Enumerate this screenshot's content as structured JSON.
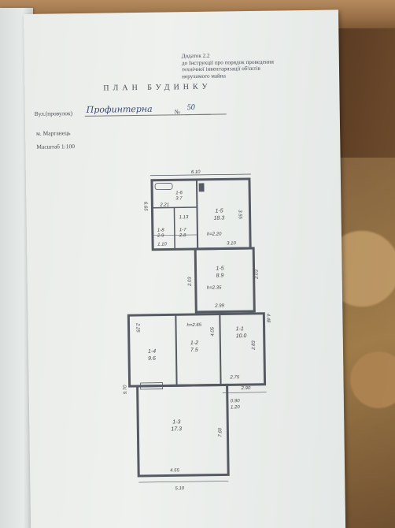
{
  "document": {
    "appendix_lines": [
      "Додаток 2.2",
      "до Інструкції про порядок проведення",
      "технічної інвентаризації об'єктів",
      "нерухомого майна"
    ],
    "title": "ПЛАН БУДИНКУ",
    "street_label": "Вул.(провулок)",
    "street_value": "Профинтерна",
    "number_label": "№",
    "number_value": "50",
    "city": "м. Марганець",
    "scale": "Масштаб 1:100"
  },
  "plan": {
    "overall_width": "6.10",
    "upper_left_height": "6.65",
    "rooms": {
      "bath": {
        "id": "1-6",
        "area": "3.7"
      },
      "small_1": {
        "id": "1-8",
        "area": "2.9"
      },
      "small_2": {
        "id": "1-7",
        "area": "2.8"
      },
      "room_15": {
        "id": "1-5",
        "area": "18.3"
      },
      "hall": {
        "id": "1-5",
        "area": "8.9"
      },
      "room_14": {
        "id": "1-4",
        "area": "9.6"
      },
      "room_12": {
        "id": "1-2",
        "area": "7.5"
      },
      "room_11": {
        "id": "1-1",
        "area": "10.0"
      },
      "room_13": {
        "id": "1-3",
        "area": "17.3"
      }
    },
    "heights": {
      "h1": "h=2.20",
      "h2": "h=2.35",
      "h3": "h=2.65"
    },
    "dims": {
      "d_221": "2.21",
      "d_113": "1.13",
      "d_355": "3.55",
      "d_110": "1.10",
      "d_310": "3.10",
      "d_203a": "2.03",
      "d_203b": "2.03",
      "d_299": "2.99",
      "d_225": "2.25",
      "d_405": "4.05",
      "d_283": "2.83",
      "d_448": "4.48",
      "d_275": "2.75",
      "d_290": "2.90",
      "d_090": "0.90",
      "d_120": "1.20",
      "d_970": "9.70",
      "d_760": "7.60",
      "d_455": "4.55",
      "d_510": "5.10"
    }
  }
}
